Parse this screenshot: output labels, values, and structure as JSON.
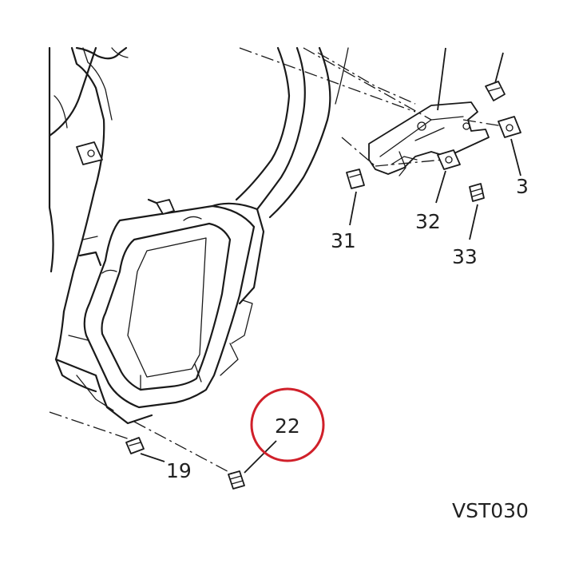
{
  "diagram": {
    "callouts": [
      {
        "id": "19",
        "label": "19"
      },
      {
        "id": "22",
        "label": "22"
      },
      {
        "id": "31",
        "label": "31"
      },
      {
        "id": "32",
        "label": "32"
      },
      {
        "id": "33",
        "label": "33"
      },
      {
        "id": "3",
        "label": "3"
      }
    ],
    "reference_code": "VST030",
    "highlight": {
      "callout": "22",
      "color": "#d0202a"
    }
  }
}
